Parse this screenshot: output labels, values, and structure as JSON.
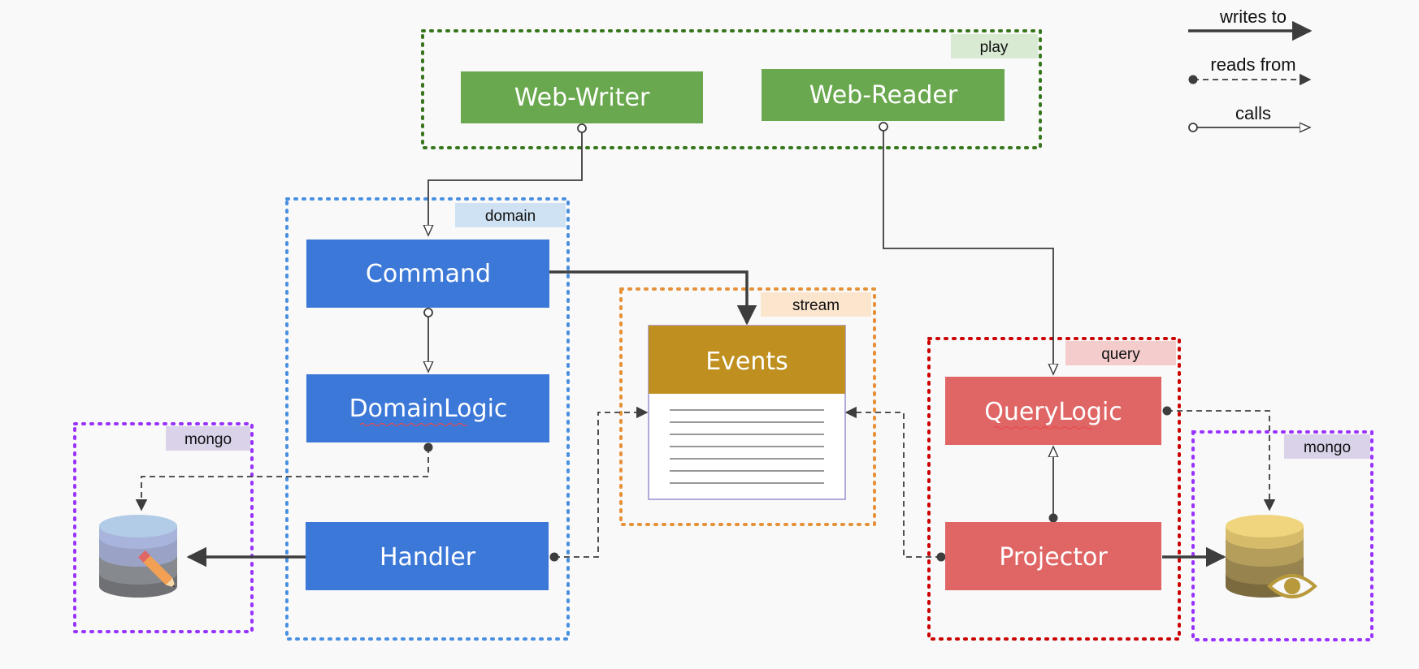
{
  "groups": {
    "play": "play",
    "domain": "domain",
    "stream": "stream",
    "query": "query",
    "mongo_left": "mongo",
    "mongo_right": "mongo"
  },
  "nodes": {
    "web_writer": "Web-Writer",
    "web_reader": "Web-Reader",
    "command": "Command",
    "domain_logic": "DomainLogic",
    "handler": "Handler",
    "events": "Events",
    "query_logic": "QueryLogic",
    "projector": "Projector"
  },
  "legend": {
    "writes_to": "writes to",
    "reads_from": "reads from",
    "calls": "calls"
  },
  "colors": {
    "play_green": "#6aa84f",
    "domain_blue": "#3c78d8",
    "events_gold": "#bf9020",
    "query_red": "#e06666",
    "stream_orange": "#e69138",
    "mongo_purple": "#9933ff",
    "query_border": "#cc0000",
    "play_border": "#38761d",
    "domain_border": "#4a90e2"
  },
  "icons": {
    "left_db": "database-pencil-icon",
    "right_db": "database-eye-icon"
  }
}
